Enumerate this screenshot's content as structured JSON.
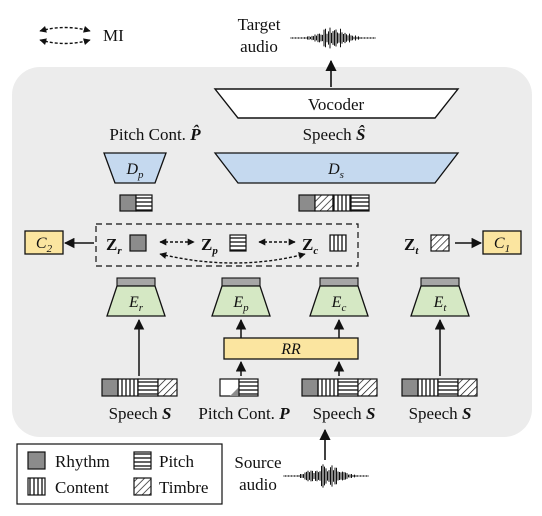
{
  "legend_top": {
    "mi_label": "MI"
  },
  "output": {
    "target_label_line1": "Target",
    "target_label_line2": "audio"
  },
  "vocoder": {
    "label": "Vocoder"
  },
  "pitch_out": {
    "label": "Pitch Cont.",
    "symbol": "P̂"
  },
  "speech_out": {
    "label": "Speech",
    "symbol": "Ŝ"
  },
  "decoders": {
    "dp": {
      "main": "D",
      "sub": "p"
    },
    "ds": {
      "main": "D",
      "sub": "s"
    }
  },
  "classifiers": {
    "c2": {
      "main": "C",
      "sub": "2"
    },
    "c1": {
      "main": "C",
      "sub": "1"
    }
  },
  "latents": {
    "zr": {
      "main": "Z",
      "sub": "r"
    },
    "zp": {
      "main": "Z",
      "sub": "p"
    },
    "zc": {
      "main": "Z",
      "sub": "c"
    },
    "zt": {
      "main": "Z",
      "sub": "t"
    }
  },
  "encoders": {
    "er": {
      "main": "E",
      "sub": "r"
    },
    "ep": {
      "main": "E",
      "sub": "p"
    },
    "ec": {
      "main": "E",
      "sub": "c"
    },
    "et": {
      "main": "E",
      "sub": "t"
    }
  },
  "rr": {
    "label": "RR"
  },
  "inputs": {
    "speech1": {
      "label": "Speech",
      "symbol": "S"
    },
    "pitch": {
      "label": "Pitch Cont.",
      "symbol": "P"
    },
    "speech2": {
      "label": "Speech",
      "symbol": "S"
    },
    "speech3": {
      "label": "Speech",
      "symbol": "S"
    }
  },
  "source": {
    "line1": "Source",
    "line2": "audio"
  },
  "legend_bottom": {
    "rhythm": "Rhythm",
    "pitch": "Pitch",
    "content": "Content",
    "timbre": "Timbre"
  },
  "colors": {
    "encoder_fill": "#d5e8c4",
    "decoder_fill": "#c5d9ef",
    "classifier_fill": "#fbe5a0",
    "rr_fill": "#fbe5a0",
    "background_panel": "#ececec",
    "encoder_cap": "#a6a6a6",
    "rhythm_fill": "#8c8c8c"
  }
}
